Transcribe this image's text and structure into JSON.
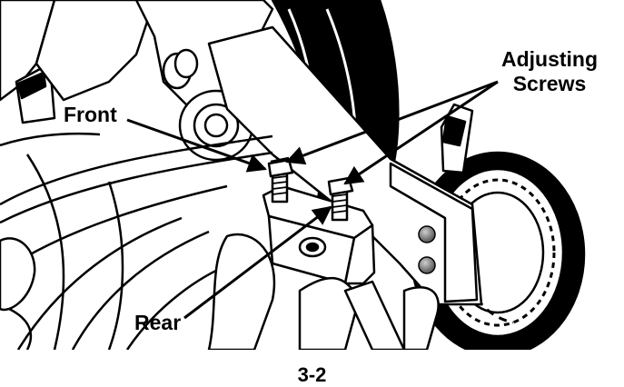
{
  "labels": {
    "front": "Front",
    "adjusting_line1": "Adjusting",
    "adjusting_line2": "Screws",
    "rear": "Rear"
  },
  "caption": "3-2",
  "colors": {
    "ink": "#000000",
    "paper": "#ffffff",
    "hole": "#8a8a8a"
  }
}
